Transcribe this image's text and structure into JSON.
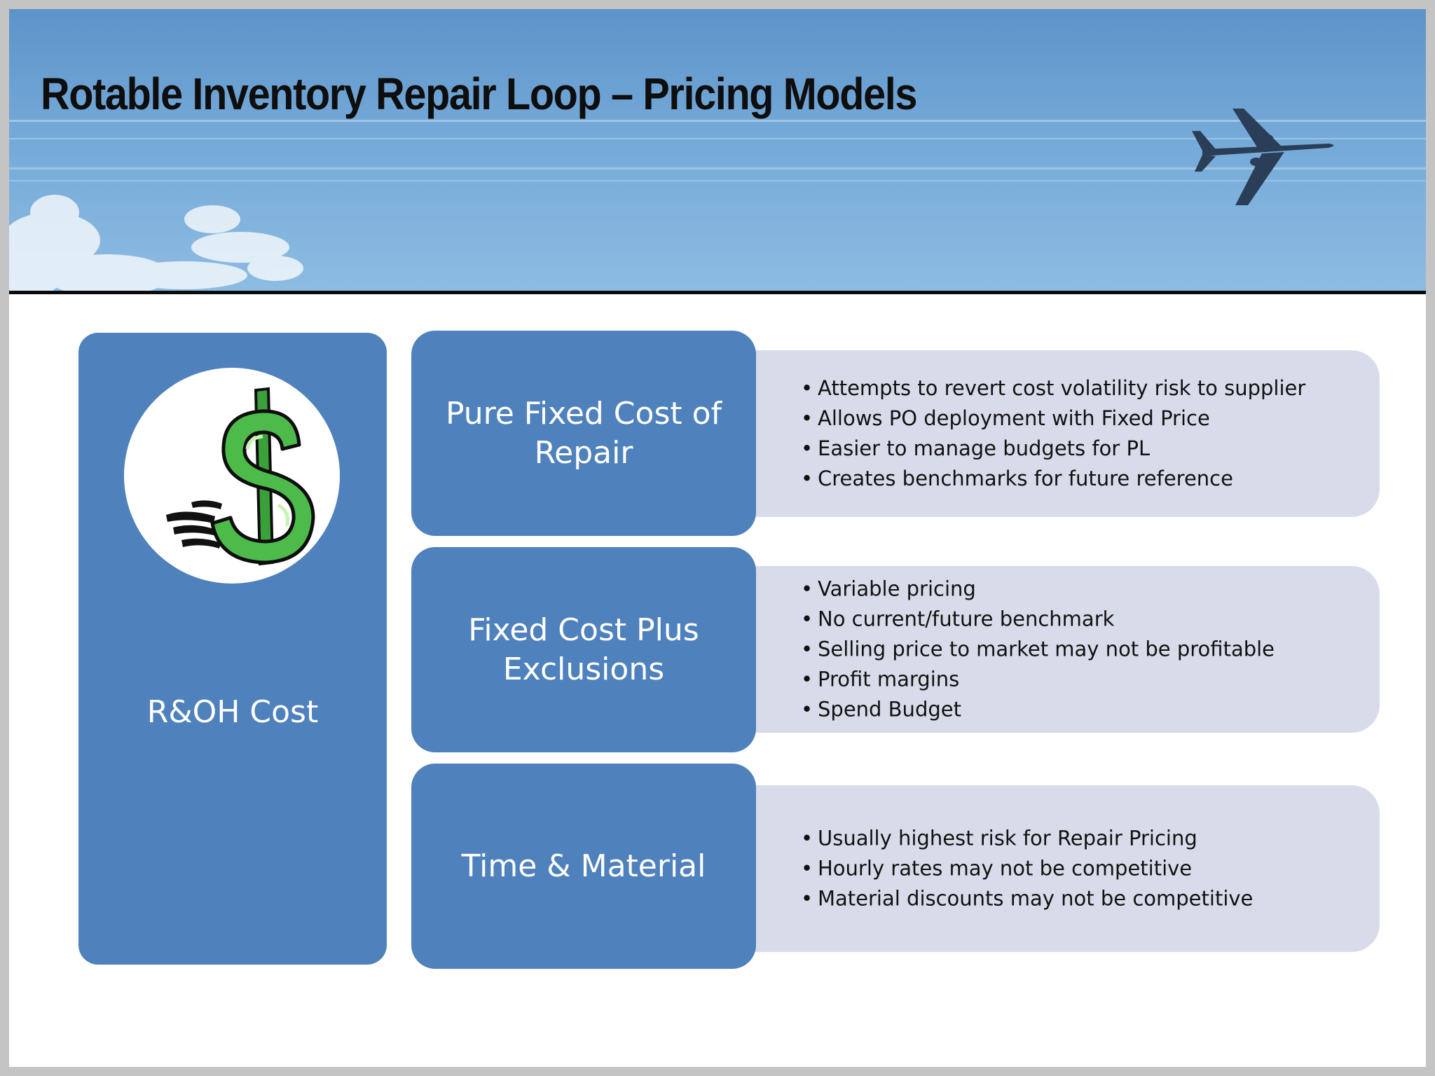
{
  "slide": {
    "title": "Rotable Inventory Repair Loop – Pricing Models"
  },
  "left_panel": {
    "icon": "dollar-sign-icon",
    "label": "R&OH Cost"
  },
  "models": [
    {
      "name": "Pure Fixed Cost of Repair",
      "bullets": [
        "Attempts to revert cost volatility risk to supplier",
        "Allows PO deployment with Fixed Price",
        "Easier to manage budgets for PL",
        "Creates benchmarks for future reference"
      ]
    },
    {
      "name": "Fixed Cost Plus Exclusions",
      "bullets": [
        "Variable pricing",
        "No current/future benchmark",
        "Selling price to market may not be profitable",
        "Profit margins",
        "Spend Budget"
      ]
    },
    {
      "name": "Time & Material",
      "bullets": [
        "Usually highest risk for Repair Pricing",
        "Hourly rates may not be competitive",
        "Material discounts may not be competitive"
      ]
    }
  ],
  "colors": {
    "accent_blue": "#4f81bd",
    "description_fill": "#d8dcea",
    "sky_top": "#5d93c9",
    "sky_bottom": "#8dbce2",
    "dollar_green": "#4cbb4a"
  }
}
